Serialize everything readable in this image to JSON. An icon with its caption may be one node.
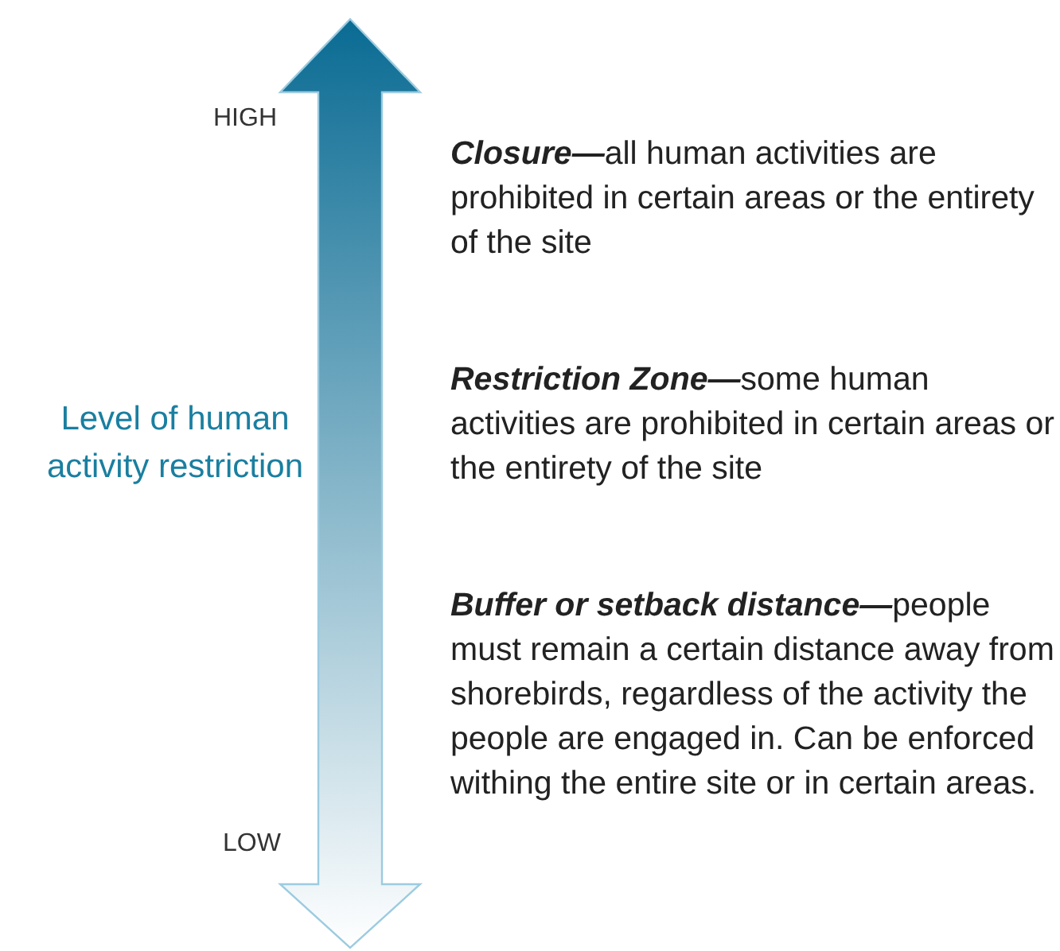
{
  "diagram": {
    "labels": [
      "HIGH",
      "Level of human activity restriction",
      "**Closure—**all human activities are prohibited in certain areas or the entirety of the site",
      "**Restriction Zone—**some human activities are prohibited in certain areas or the entirety of the site",
      "**Buffer or setback distance—**people must remain a certain distance away from shorebirds, regardless of the activity the people are engaged in. Can be enforced withing the entire site or in certain areas.",
      "LOW"
    ]
  }
}
